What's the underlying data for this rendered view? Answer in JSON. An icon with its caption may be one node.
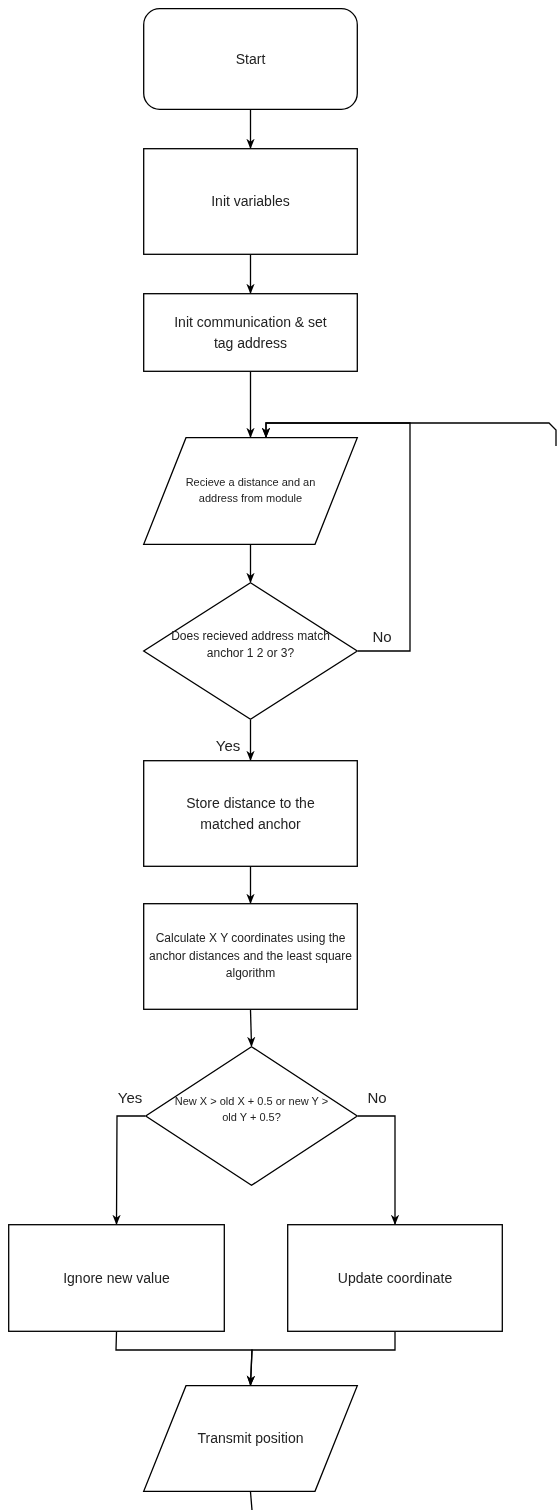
{
  "diagram": {
    "nodes": [
      {
        "text": [
          "Start"
        ]
      },
      {
        "text": [
          "Init variables"
        ]
      },
      {
        "text": [
          "Init communication & set tag address"
        ]
      },
      {
        "text": [
          "Recieve a distance and an address from module"
        ]
      },
      {
        "text": [
          "Does recieved address match anchor 1 2 or 3?"
        ]
      },
      {
        "text": [
          "Store distance to the matched anchor"
        ]
      },
      {
        "text": [
          "Calculate X Y coordinates using the anchor distances and the least square algorithm"
        ]
      },
      {
        "text": [
          "New X > old X + 0.5 or new Y > old Y + 0.5?"
        ]
      },
      {
        "text": [
          "Ignore new value"
        ]
      },
      {
        "text": [
          "Update coordinate"
        ]
      },
      {
        "text": [
          "Transmit position"
        ]
      }
    ],
    "edges": [
      {
        "from": 0,
        "to": 1,
        "arrow": "to"
      },
      {
        "from": 1,
        "to": 2,
        "arrow": "to"
      },
      {
        "from": 2,
        "to": 3,
        "arrow": "to"
      },
      {
        "from": 3,
        "to": 4,
        "arrow": "to"
      },
      {
        "from": 4,
        "to": 5,
        "arrow": "to",
        "label": "Yes"
      },
      {
        "from": 4,
        "to": 3,
        "arrow": "to",
        "label": "No"
      },
      {
        "from": null,
        "to": 3,
        "arrow": "to"
      },
      {
        "from": 5,
        "to": 6,
        "arrow": "to"
      },
      {
        "from": 6,
        "to": 7,
        "arrow": "to"
      },
      {
        "from": 7,
        "to": 8,
        "arrow": "to",
        "label": "Yes"
      },
      {
        "from": 7,
        "to": 9,
        "arrow": "to",
        "label": "No"
      },
      {
        "from": 8,
        "to": 10,
        "arrow": "to"
      },
      {
        "from": 9,
        "to": 10,
        "arrow": "to"
      },
      {
        "from": 10,
        "to": null,
        "arrow": "none"
      }
    ]
  }
}
